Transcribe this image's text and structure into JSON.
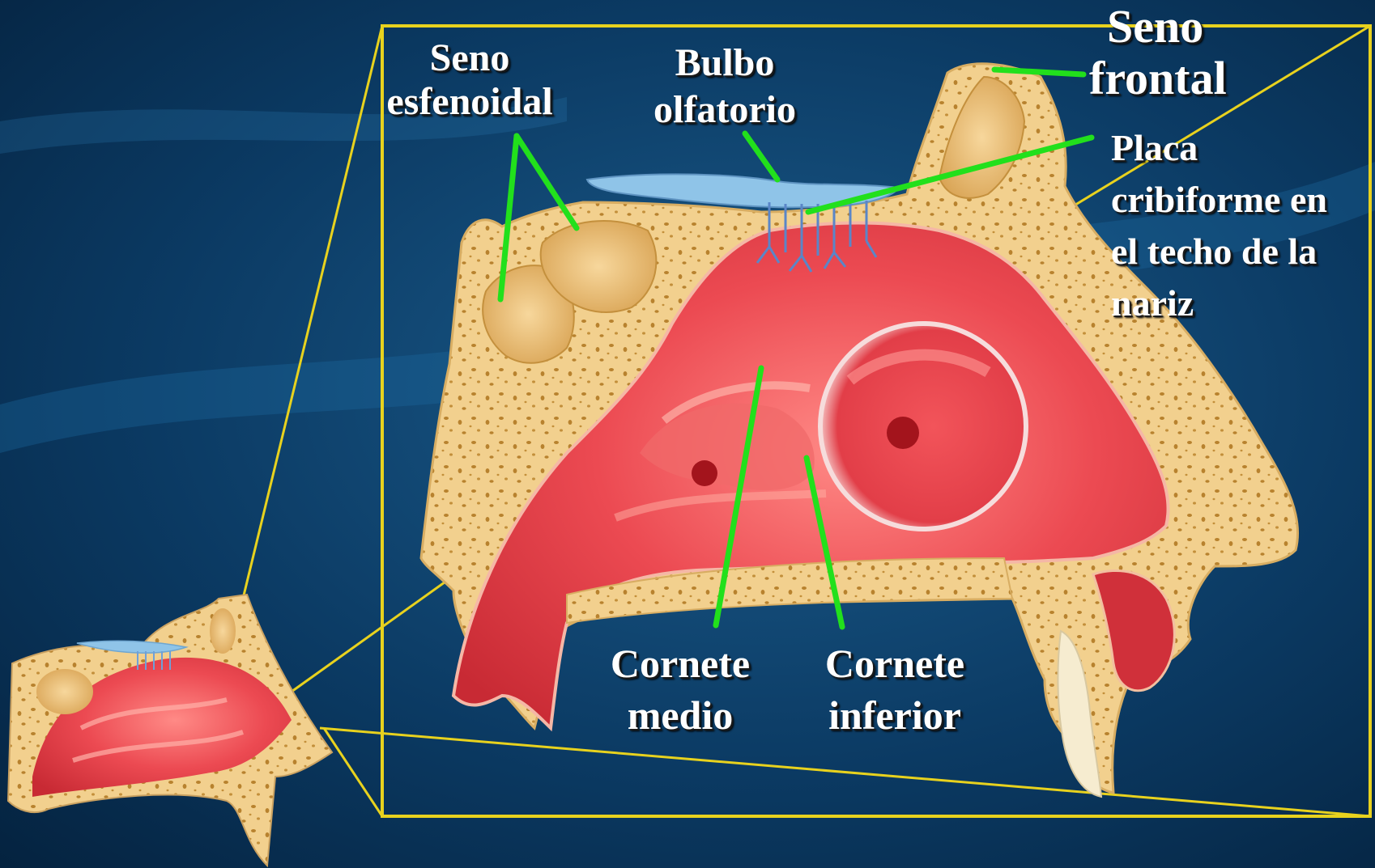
{
  "labels": {
    "seno_esfenoidal": [
      "Seno",
      "esfenoidal"
    ],
    "bulbo_olfatorio": [
      "Bulbo",
      "olfatorio"
    ],
    "seno_frontal": [
      "Seno",
      "frontal"
    ],
    "placa_cribiforme": [
      "Placa",
      "cribiforme en",
      "el techo de la",
      "nariz"
    ],
    "cornete_medio": [
      "Cornete",
      "medio"
    ],
    "cornete_inferior": [
      "Cornete",
      "inferior"
    ]
  },
  "colors": {
    "background": "#062a4a",
    "frame": "#e8d21e",
    "leader": "#22e01c",
    "bone": "#f2d08e",
    "mucosa": "#e63a44",
    "olfactory_bulb": "#8fc4e8"
  }
}
